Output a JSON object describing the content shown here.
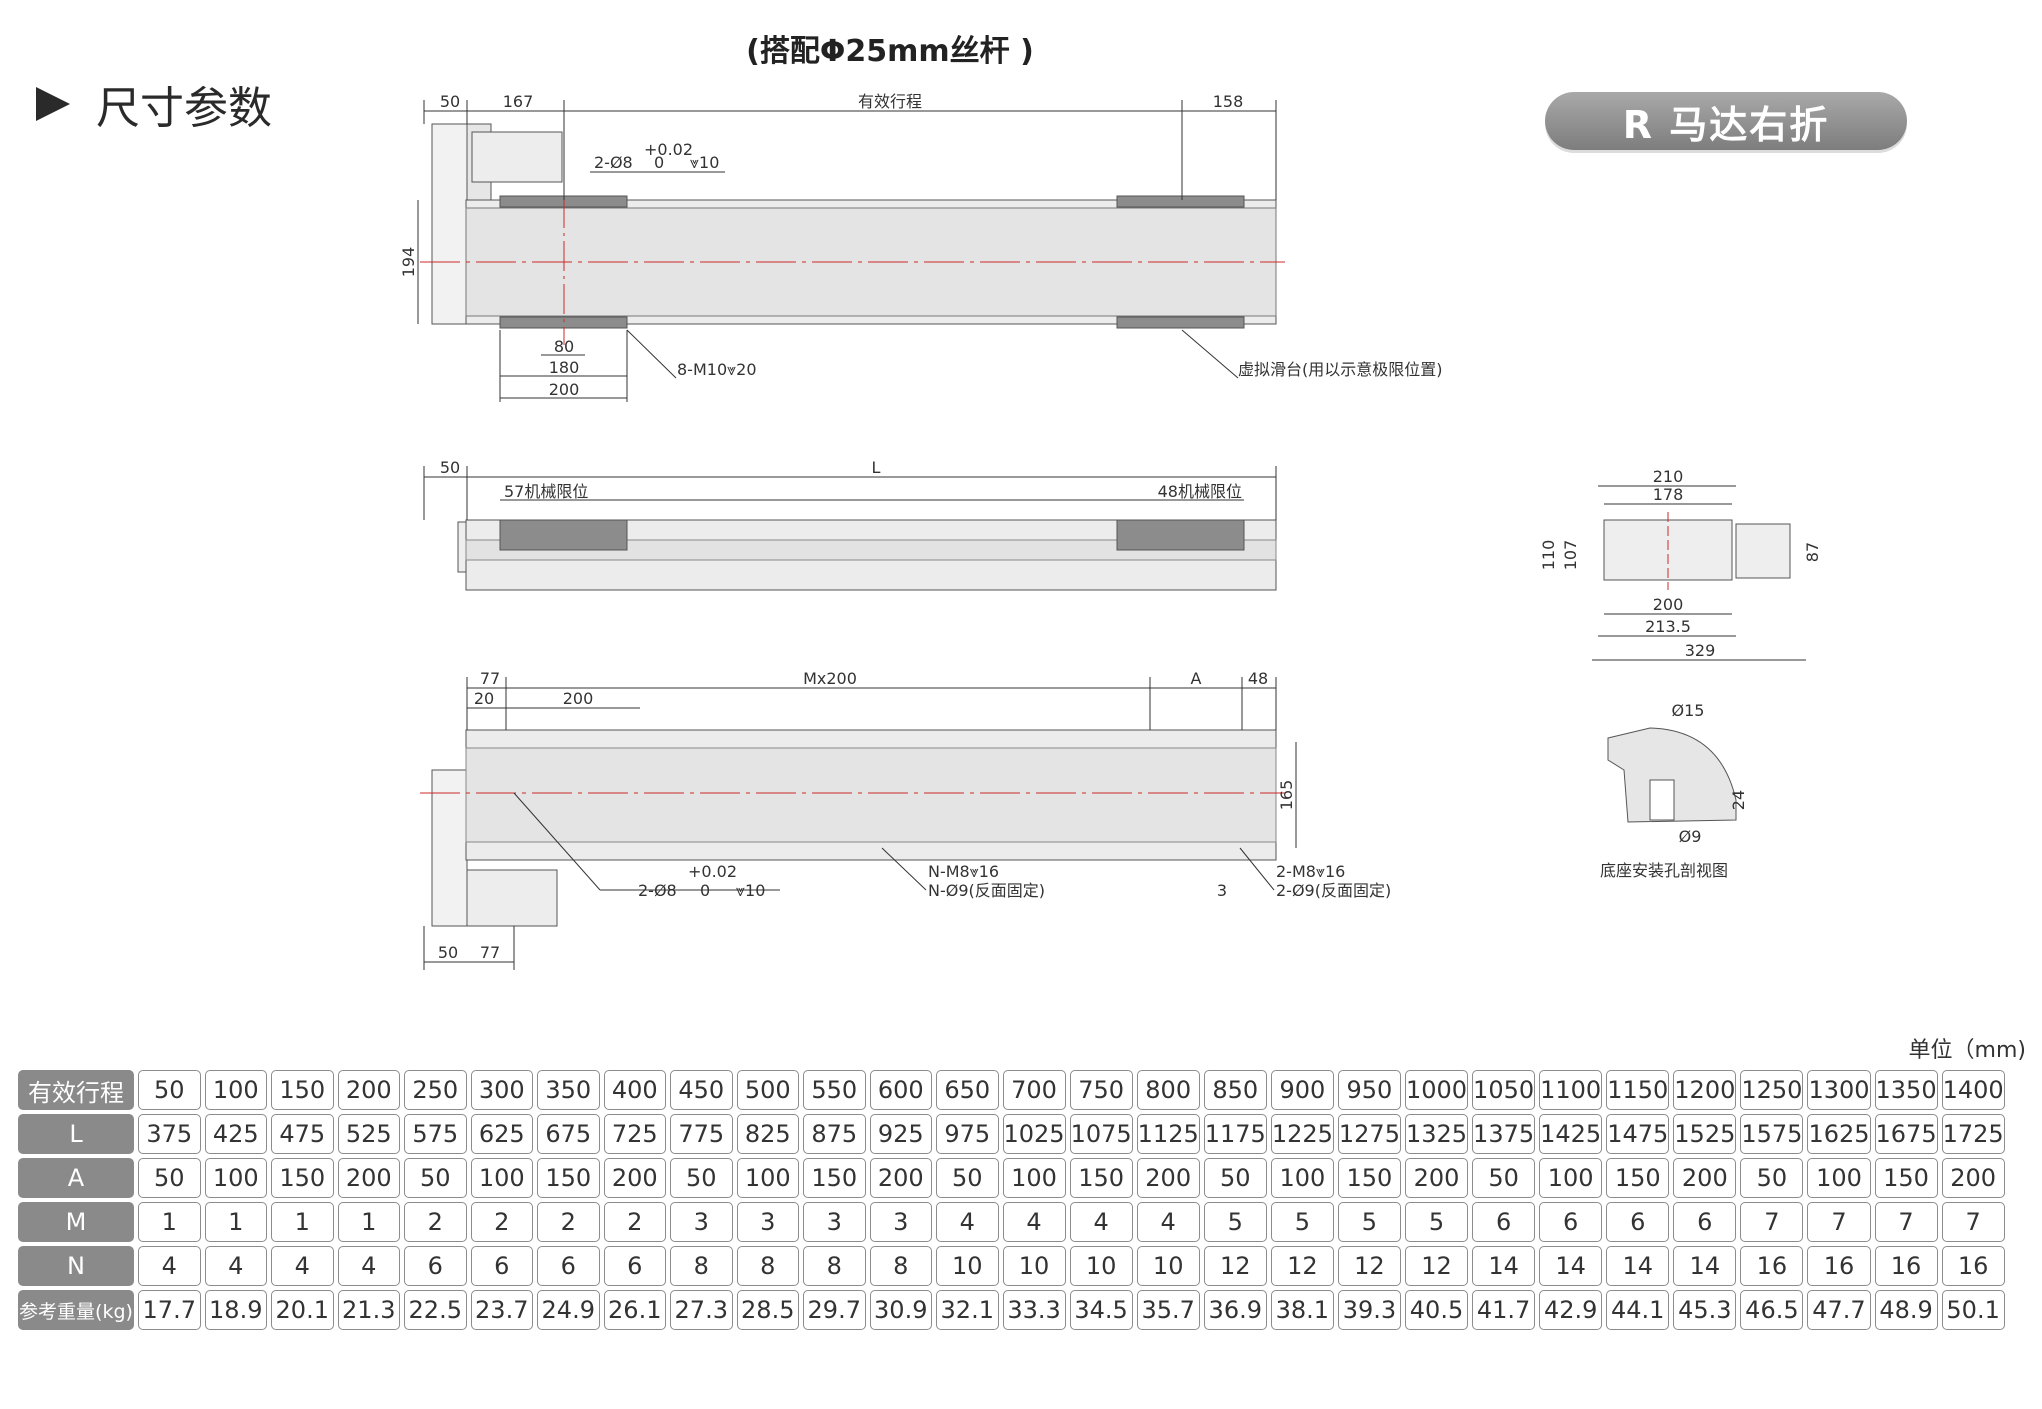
{
  "title": "尺寸参数",
  "subtitle": "(搭配Φ25mm丝杆 )",
  "badge": "R 马达右折",
  "unit_label": "单位（mm)",
  "drawing_labels": {
    "top": {
      "d50": "50",
      "d167": "167",
      "stroke": "有效行程",
      "d158": "158",
      "pin_hole": "2-Ø8",
      "tol_upper": "+0.02",
      "tol_lower": "0",
      "depth10": "⩔10",
      "d194": "194",
      "d80": "80",
      "d180": "180",
      "d200": "200",
      "thread": "8-M10⩔20",
      "virtual": "虚拟滑台(用以示意极限位置)"
    },
    "side": {
      "d50": "50",
      "L": "L",
      "limit_left": "57机械限位",
      "limit_right": "48机械限位"
    },
    "bottom": {
      "d77": "77",
      "d20": "20",
      "d200": "200",
      "mx": "Mx200",
      "A": "A",
      "d48": "48",
      "d165": "165",
      "tol_upper": "+0.02",
      "pin_hole": "2-Ø8",
      "tol_lower": "0",
      "depth10": "⩔10",
      "n_m8": "N-M8⩔16",
      "n_d9": "N-Ø9(反面固定)",
      "m8_2": "2-M8⩔16",
      "d9_2": "2-Ø9(反面固定)",
      "d3": "3",
      "b50": "50",
      "b77": "77"
    },
    "end": {
      "d210": "210",
      "d178": "178",
      "d110": "110",
      "d107": "107",
      "d87": "87",
      "d200": "200",
      "d213": "213.5",
      "d329": "329"
    },
    "section": {
      "d15": "Ø15",
      "d24": "24",
      "d9": "Ø9",
      "caption": "底座安装孔剖视图"
    }
  },
  "table": {
    "rows": [
      {
        "label": "有效行程",
        "values": [
          "50",
          "100",
          "150",
          "200",
          "250",
          "300",
          "350",
          "400",
          "450",
          "500",
          "550",
          "600",
          "650",
          "700",
          "750",
          "800",
          "850",
          "900",
          "950",
          "1000",
          "1050",
          "1100",
          "1150",
          "1200",
          "1250",
          "1300",
          "1350",
          "1400"
        ]
      },
      {
        "label": "L",
        "values": [
          "375",
          "425",
          "475",
          "525",
          "575",
          "625",
          "675",
          "725",
          "775",
          "825",
          "875",
          "925",
          "975",
          "1025",
          "1075",
          "1125",
          "1175",
          "1225",
          "1275",
          "1325",
          "1375",
          "1425",
          "1475",
          "1525",
          "1575",
          "1625",
          "1675",
          "1725"
        ]
      },
      {
        "label": "A",
        "values": [
          "50",
          "100",
          "150",
          "200",
          "50",
          "100",
          "150",
          "200",
          "50",
          "100",
          "150",
          "200",
          "50",
          "100",
          "150",
          "200",
          "50",
          "100",
          "150",
          "200",
          "50",
          "100",
          "150",
          "200",
          "50",
          "100",
          "150",
          "200"
        ]
      },
      {
        "label": "M",
        "values": [
          "1",
          "1",
          "1",
          "1",
          "2",
          "2",
          "2",
          "2",
          "3",
          "3",
          "3",
          "3",
          "4",
          "4",
          "4",
          "4",
          "5",
          "5",
          "5",
          "5",
          "6",
          "6",
          "6",
          "6",
          "7",
          "7",
          "7",
          "7"
        ]
      },
      {
        "label": "N",
        "values": [
          "4",
          "4",
          "4",
          "4",
          "6",
          "6",
          "6",
          "6",
          "8",
          "8",
          "8",
          "8",
          "10",
          "10",
          "10",
          "10",
          "12",
          "12",
          "12",
          "12",
          "14",
          "14",
          "14",
          "14",
          "16",
          "16",
          "16",
          "16"
        ]
      },
      {
        "label": "参考重量(kg)",
        "values": [
          "17.7",
          "18.9",
          "20.1",
          "21.3",
          "22.5",
          "23.7",
          "24.9",
          "26.1",
          "27.3",
          "28.5",
          "29.7",
          "30.9",
          "32.1",
          "33.3",
          "34.5",
          "35.7",
          "36.9",
          "38.1",
          "39.3",
          "40.5",
          "41.7",
          "42.9",
          "44.1",
          "45.3",
          "46.5",
          "47.7",
          "48.9",
          "50.1"
        ]
      }
    ]
  }
}
